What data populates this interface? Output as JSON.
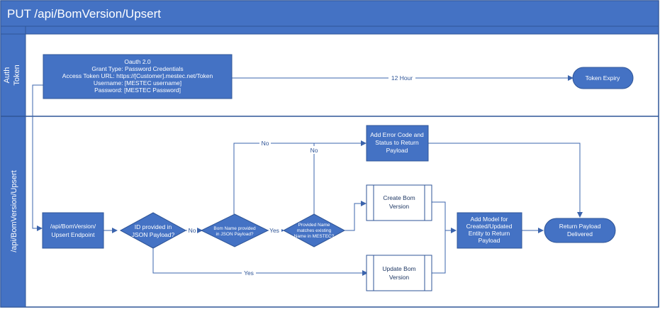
{
  "title": "PUT /api/BomVersion/Upsert",
  "lanes": {
    "auth": [
      "Auth",
      "Token"
    ],
    "upsert": "/api/BomVersion/Upsert"
  },
  "nodes": {
    "oauth": [
      "Oauth 2.0",
      "Grant Type: Password Credentials",
      "Access Token URL: https://[Customer].mestec.net/Token",
      "Username: [MESTEC username]",
      "Password: [MESTEC Password]"
    ],
    "token_expiry": "Token Expiry",
    "endpoint": [
      "/api/BomVersion/",
      "Upsert Endpoint"
    ],
    "id_check": [
      "ID provided in",
      "JSON Payload?"
    ],
    "name_check": [
      "Bom Name provided",
      "in JSON Payload?"
    ],
    "name_match": [
      "Provided Name",
      "matches existing",
      "Name in MESTEC?"
    ],
    "error": [
      "Add Error Code and",
      "Status to Return",
      "Payload"
    ],
    "create": [
      "Create Bom",
      "Version"
    ],
    "update": [
      "Update Bom",
      "Version"
    ],
    "add_model": [
      "Add Model for",
      "Created/Updated",
      "Entity to Return",
      "Payload"
    ],
    "return": [
      "Return Payload",
      "Delivered"
    ]
  },
  "edge_labels": {
    "expiry": "12 Hour",
    "no_top": "No",
    "no_match": "No",
    "no_id": "No",
    "yes_name": "Yes",
    "yes_id": "Yes"
  },
  "colors": {
    "node_fill": "#4472c4",
    "node_stroke": "#2f5597",
    "header_fill": "#4472c4",
    "edge": "#3b64ad",
    "text": "#ffffff"
  }
}
